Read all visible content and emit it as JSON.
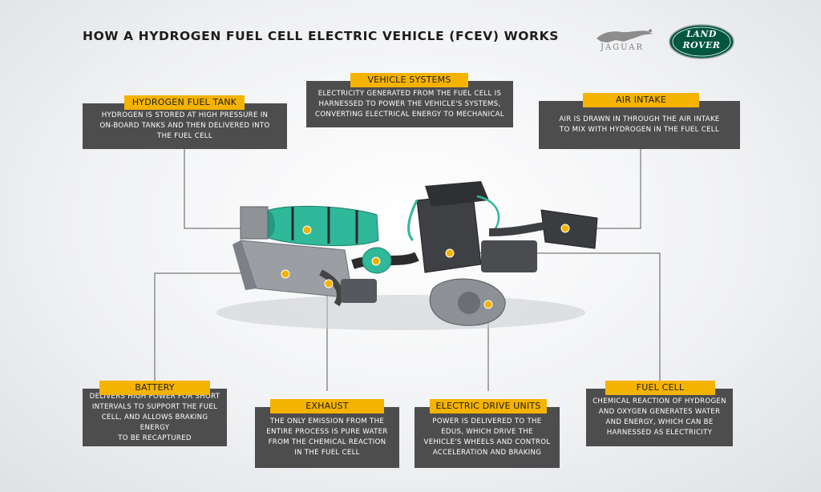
{
  "title": "HOW A HYDROGEN FUEL CELL ELECTRIC VEHICLE (FCEV) WORKS",
  "brands": {
    "jaguar": "JAGUAR",
    "land_rover_top": "LAND",
    "land_rover_bottom": "ROVER"
  },
  "icons": {
    "jaguar": "leaping-jaguar-logo",
    "land_rover": "land-rover-oval-logo",
    "callout": "callout-dot"
  },
  "colors": {
    "label_bg": "#f5b300",
    "box_bg": "#4d4d4d",
    "component": "#2fb89a",
    "land_rover_green": "#00563f"
  },
  "callouts": [
    {
      "id": "hydrogen-fuel-tank",
      "label": "HYDROGEN FUEL TANK",
      "text": [
        "HYDROGEN IS STORED AT HIGH PRESSURE IN",
        "ON-BOARD TANKS AND THEN DELIVERED INTO",
        "THE FUEL CELL"
      ]
    },
    {
      "id": "vehicle-systems",
      "label": "VEHICLE SYSTEMS",
      "text": [
        "ELECTRICITY GENERATED FROM THE FUEL CELL IS",
        "HARNESSED TO POWER THE VEHICLE'S SYSTEMS,",
        "CONVERTING ELECTRICAL ENERGY TO MECHANICAL"
      ]
    },
    {
      "id": "air-intake",
      "label": "AIR INTAKE",
      "text": [
        "AIR IS DRAWN IN THROUGH THE AIR INTAKE",
        "TO MIX WITH HYDROGEN IN THE FUEL CELL"
      ]
    },
    {
      "id": "battery",
      "label": "BATTERY",
      "text": [
        "DELIVERS HIGH POWER FOR SHORT",
        "INTERVALS TO SUPPORT THE FUEL",
        "CELL, AND ALLOWS BRAKING ENERGY",
        "TO BE RECAPTURED"
      ]
    },
    {
      "id": "exhaust",
      "label": "EXHAUST",
      "text": [
        "THE ONLY EMISSION FROM THE",
        "ENTIRE PROCESS IS PURE WATER",
        "FROM THE CHEMICAL REACTION",
        "IN THE FUEL CELL"
      ]
    },
    {
      "id": "electric-drive-units",
      "label": "ELECTRIC DRIVE UNITS",
      "text": [
        "POWER IS DELIVERED TO THE",
        "EDUS, WHICH DRIVE THE",
        "VEHICLE'S WHEELS AND CONTROL",
        "ACCELERATION AND BRAKING"
      ]
    },
    {
      "id": "fuel-cell",
      "label": "FUEL CELL",
      "text": [
        "CHEMICAL REACTION OF HYDROGEN",
        "AND OXYGEN GENERATES WATER",
        "AND ENERGY, WHICH CAN BE",
        "HARNESSED AS ELECTRICITY"
      ]
    }
  ]
}
